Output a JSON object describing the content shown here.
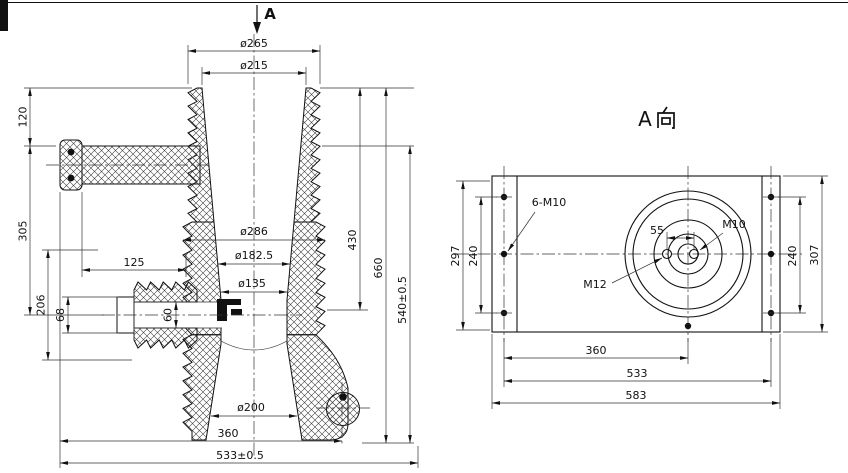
{
  "page": {
    "background": "#ffffff",
    "ink": "#111111"
  },
  "section_view": {
    "cut_arrow_label": "A",
    "dims": {
      "dia_265": "ø265",
      "dia_215": "ø215",
      "h_120": "120",
      "h_305": "305",
      "h_206": "206",
      "w_125": "125",
      "h_68": "68",
      "h_60": "60",
      "dia_286": "ø286",
      "dia_182_5": "ø182.5",
      "dia_135": "ø135",
      "h_430": "430",
      "h_660": "660",
      "h_540": "540±0.5",
      "dia_200": "ø200",
      "w_360": "360",
      "w_533": "533±0.5"
    }
  },
  "top_view": {
    "title": "A向",
    "title_latin": "A",
    "labels": {
      "holes_6_m10": "6-M10",
      "w_55": "55",
      "thread_m10": "M10",
      "thread_m12": "M12",
      "h_297": "297",
      "h_240_left": "240",
      "h_240_right": "240",
      "h_307": "307",
      "w_360": "360",
      "w_533": "533",
      "w_583": "583"
    }
  }
}
